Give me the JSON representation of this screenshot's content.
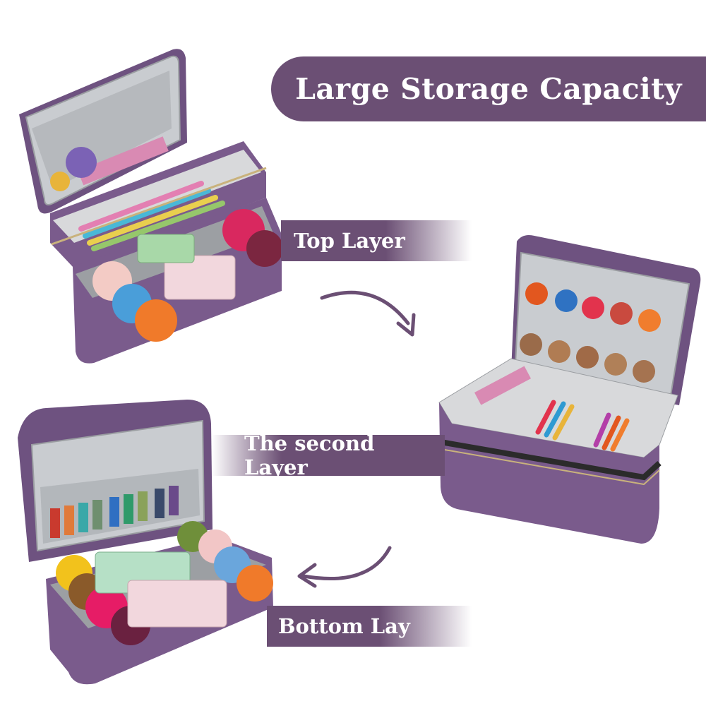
{
  "banner": {
    "title": "Large Storage Capacity"
  },
  "labels": {
    "top_layer": "Top Layer",
    "second_layer": "The second Layer",
    "bottom_layer": "Bottom Lay"
  },
  "colors": {
    "accent": "#6b4f74",
    "bag": "#7a5b8c",
    "lining": "#bfc2c6"
  },
  "icons": [
    "arrow-curved-right-icon",
    "arrow-curved-left-icon"
  ]
}
